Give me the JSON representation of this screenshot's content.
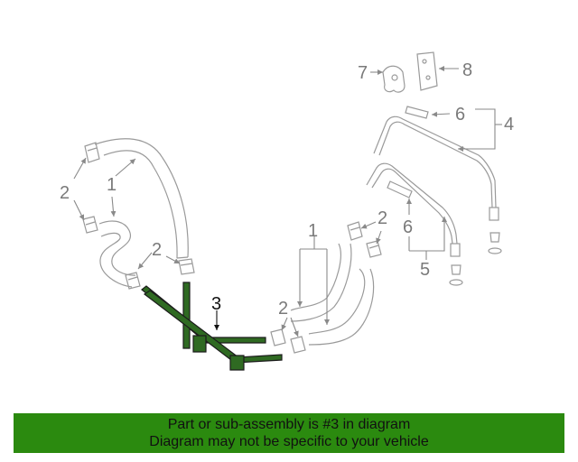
{
  "callouts": {
    "c1_left": "1",
    "c2_left_upper": "2",
    "c2_left_lower": "2",
    "c3": "3",
    "c1_right": "1",
    "c2_right_upper": "2",
    "c2_right_lower": "2",
    "c4": "4",
    "c5": "5",
    "c6_upper": "6",
    "c6_lower": "6",
    "c7": "7",
    "c8": "8"
  },
  "banner": {
    "line1": "Part or sub-assembly is #3 in diagram",
    "line2": "Diagram may not be specific to your vehicle"
  },
  "colors": {
    "highlight_part": "#2f6a22",
    "banner_bg": "#2b8a0f",
    "callout_text": "#7a7a7a"
  }
}
